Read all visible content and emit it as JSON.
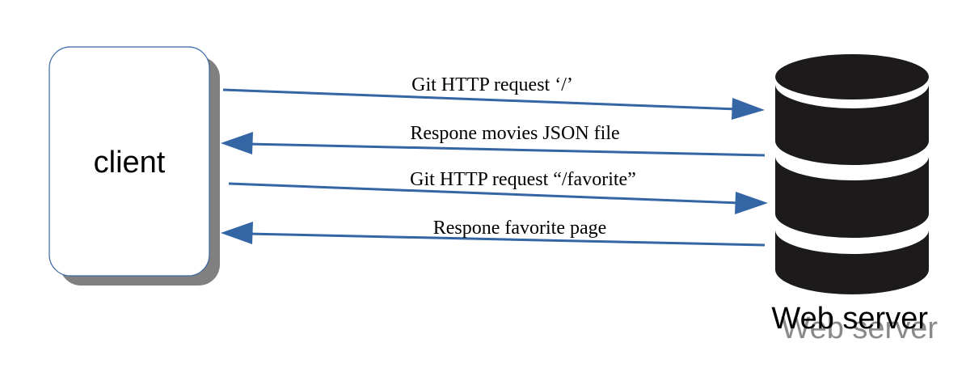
{
  "client": {
    "label": "client"
  },
  "server": {
    "label": "Web server"
  },
  "colors": {
    "arrow": "#3465a4",
    "server_fill": "#1c1a1b",
    "client_border": "#3465a4",
    "client_shadow": "#808080"
  },
  "messages": [
    {
      "label": "Git HTTP request ‘/’",
      "direction": "client-to-server"
    },
    {
      "label": "Respone movies JSON file",
      "direction": "server-to-client"
    },
    {
      "label": "Git HTTP request “/favorite”",
      "direction": "client-to-server"
    },
    {
      "label": "Respone favorite page",
      "direction": "server-to-client"
    }
  ]
}
